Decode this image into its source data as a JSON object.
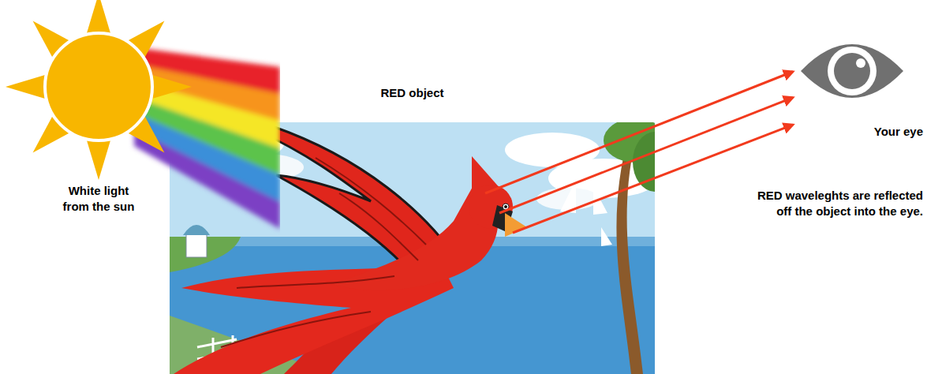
{
  "diagram": {
    "nodes": [
      {
        "text": [
          "White light from the sun"
        ]
      },
      {
        "text": [
          "RED object"
        ]
      },
      {
        "text": [
          "Your eye"
        ]
      }
    ],
    "edges": [
      {
        "from": 1,
        "to": 2,
        "arrow": "to"
      },
      {
        "from": 1,
        "to": 2,
        "arrow": "to"
      },
      {
        "from": 1,
        "to": 2,
        "arrow": "to"
      }
    ],
    "labels": [
      "RED waveleghts are reflected off the object into the eye."
    ]
  }
}
